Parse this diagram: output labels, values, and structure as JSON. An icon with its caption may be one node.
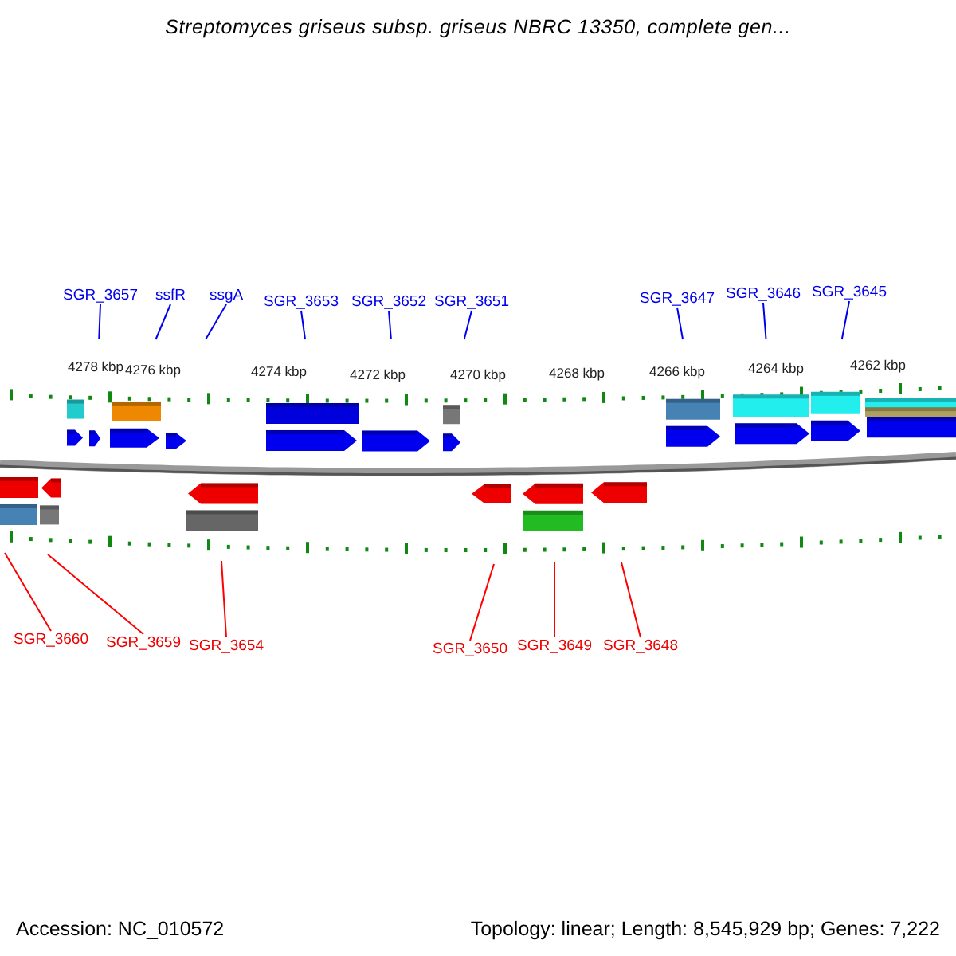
{
  "diagram": {
    "title": "Streptomyces griseus subsp. griseus NBRC 13350, complete gen...",
    "nodes": [
      {
        "text": [
          "SGR_3657"
        ]
      },
      {
        "text": [
          "ssfR"
        ]
      },
      {
        "text": [
          "ssgA"
        ]
      },
      {
        "text": [
          "SGR_3653"
        ]
      },
      {
        "text": [
          "SGR_3652"
        ]
      },
      {
        "text": [
          "SGR_3651"
        ]
      },
      {
        "text": [
          "SGR_3647"
        ]
      },
      {
        "text": [
          "SGR_3646"
        ]
      },
      {
        "text": [
          "SGR_3645"
        ]
      },
      {
        "text": [
          "SGR_3660"
        ]
      },
      {
        "text": [
          "SGR_3659"
        ]
      },
      {
        "text": [
          "SGR_3654"
        ]
      },
      {
        "text": [
          "SGR_3650"
        ]
      },
      {
        "text": [
          "SGR_3649"
        ]
      },
      {
        "text": [
          "SGR_3648"
        ]
      }
    ],
    "edges": [
      {
        "from": 0,
        "to": null,
        "arrow": "none"
      },
      {
        "from": 1,
        "to": null,
        "arrow": "none"
      },
      {
        "from": 2,
        "to": null,
        "arrow": "none"
      },
      {
        "from": 3,
        "to": null,
        "arrow": "none"
      },
      {
        "from": 4,
        "to": null,
        "arrow": "none"
      },
      {
        "from": 5,
        "to": null,
        "arrow": "none"
      },
      {
        "from": 6,
        "to": null,
        "arrow": "none"
      },
      {
        "from": 7,
        "to": null,
        "arrow": "none"
      },
      {
        "from": 8,
        "to": null,
        "arrow": "none"
      },
      {
        "from": 9,
        "to": null,
        "arrow": "none",
        "color": "#ff0000"
      },
      {
        "from": 10,
        "to": null,
        "arrow": "none",
        "color": "#ff0000"
      },
      {
        "from": 11,
        "to": null,
        "arrow": "none",
        "color": "#ff0000"
      },
      {
        "from": 12,
        "to": null,
        "arrow": "none",
        "color": "#ff0000"
      },
      {
        "from": 13,
        "to": null,
        "arrow": "none",
        "color": "#ff0000"
      },
      {
        "from": 14,
        "to": null,
        "arrow": "none",
        "color": "#ff0000"
      }
    ],
    "labels": [
      "4278 kbp",
      "4276 kbp",
      "4274 kbp",
      "4272 kbp",
      "4270 kbp",
      "4268 kbp",
      "4266 kbp",
      "4264 kbp",
      "4262 kbp",
      "Accession: NC_010572",
      "Topology: linear; Length: 8,545,929 bp; Genes: 7,222"
    ]
  }
}
